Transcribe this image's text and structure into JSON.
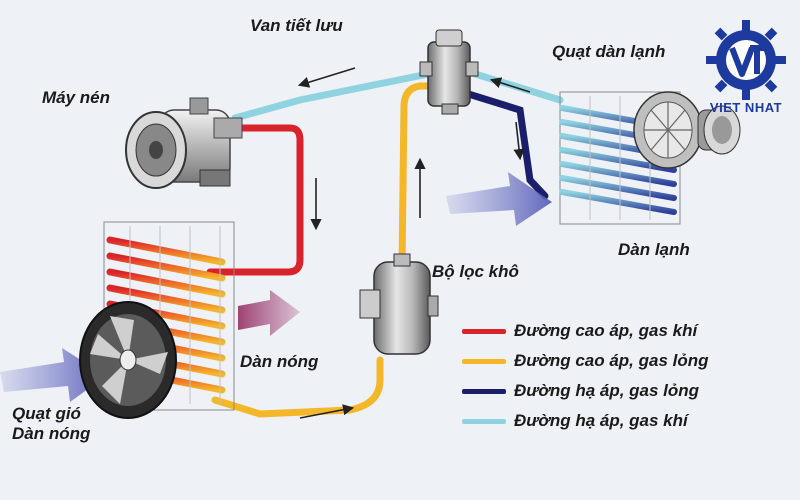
{
  "labels": {
    "expansion_valve": "Van tiết lưu",
    "compressor": "Máy nén",
    "evaporator_fan": "Quạt dàn lạnh",
    "evaporator": "Dàn lạnh",
    "dryer_filter": "Bộ lọc khô",
    "condenser": "Dàn nóng",
    "condenser_fan_line1": "Quạt gió",
    "condenser_fan_line2": "Dàn nóng"
  },
  "legend": [
    {
      "label": "Đường cao áp, gas khí",
      "color": "#d8232a"
    },
    {
      "label": "Đường cao áp, gas lỏng",
      "color": "#f5b72a"
    },
    {
      "label": "Đường hạ áp, gas lỏng",
      "color": "#1b1f6b"
    },
    {
      "label": "Đường hạ áp, gas khí",
      "color": "#8fd3e0"
    }
  ],
  "logo": {
    "text": "VIET NHAT",
    "color": "#1d3a9e"
  },
  "colors": {
    "high_gas": "#d8232a",
    "high_liquid": "#f5b72a",
    "low_liquid": "#1b1f6b",
    "low_gas": "#8fd3e0",
    "airflow": "#7a7fc9",
    "hot_airflow": "#9b3a6e"
  }
}
